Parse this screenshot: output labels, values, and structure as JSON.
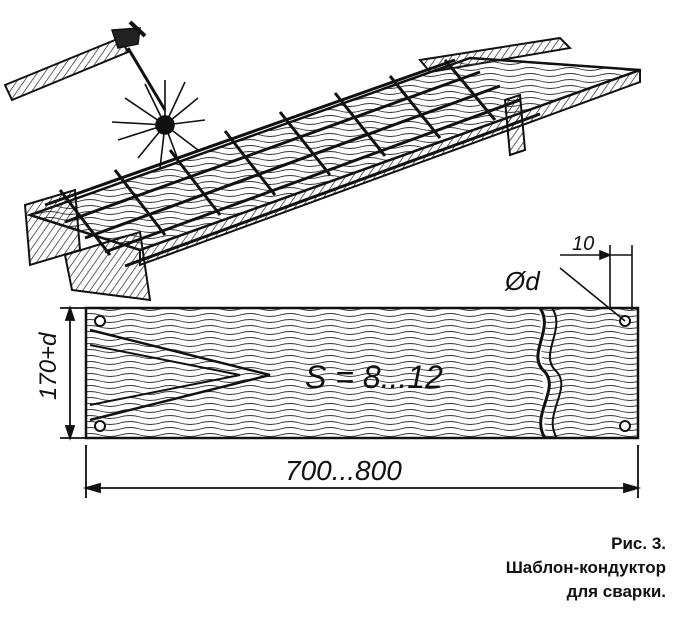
{
  "dimensions": {
    "thickness": "S = 8...12",
    "height": "170+d",
    "length": "700...800",
    "hole": "Ød",
    "offset": "10"
  },
  "caption": {
    "figure_number": "Рис. 3.",
    "title_line1": "Шаблон-кондуктор",
    "title_line2": "для сварки."
  },
  "colors": {
    "ink": "#111111",
    "paper": "#ffffff"
  }
}
